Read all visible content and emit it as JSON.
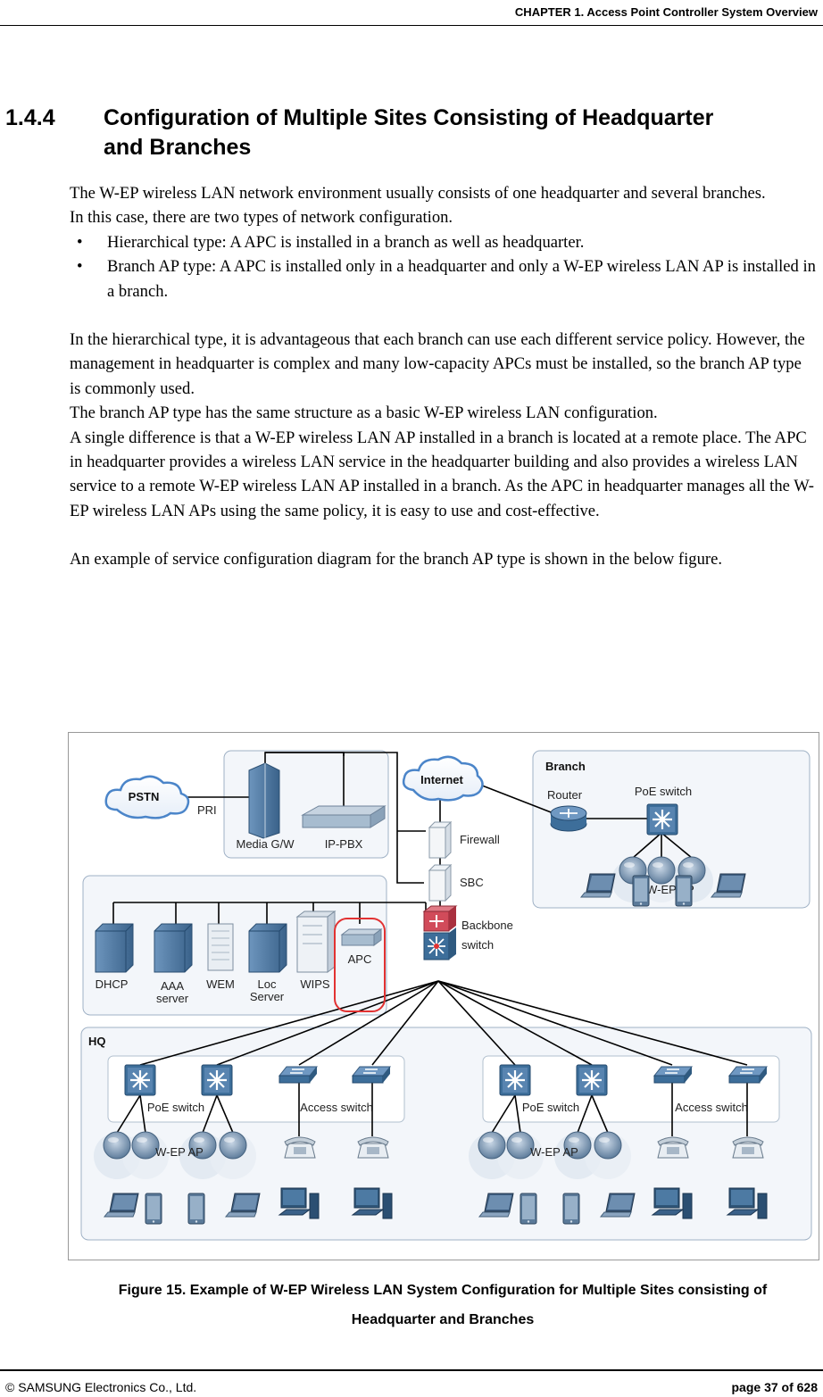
{
  "header": {
    "chapter": "CHAPTER 1. Access Point Controller System Overview"
  },
  "section": {
    "number": "1.4.4",
    "title_line1": "Configuration of Multiple Sites Consisting of Headquarter",
    "title_line2": "and Branches"
  },
  "paragraphs": {
    "p1a": "The W-EP wireless LAN network environment usually consists of one headquarter and several branches.",
    "p1b": "In this case, there are two types of network configuration.",
    "bullet1": "Hierarchical type: A APC is installed in a branch as well as headquarter.",
    "bullet2": "Branch AP type: A APC is installed only in a headquarter and only a W-EP wireless LAN AP is installed in a branch.",
    "p2": "In the hierarchical type, it is advantageous that each branch can use each different service policy. However, the management in headquarter is complex and many low-capacity APCs must be installed, so the branch AP type is commonly used.",
    "p3": "The branch AP type has the same structure as a basic W-EP wireless LAN configuration.",
    "p4": "A single difference is that a W-EP wireless LAN AP installed in a branch is located at a remote place. The APC in headquarter provides a wireless LAN service in the headquarter building and also provides a wireless LAN service to a remote W-EP wireless LAN AP installed in a branch. As the APC in headquarter manages all the W-EP wireless LAN APs using the same policy, it is easy to use and cost-effective.",
    "p5": "An example of service configuration diagram for the branch AP type is shown in the below figure."
  },
  "bullet_glyph": "•",
  "diagram": {
    "pstn": "PSTN",
    "pri": "PRI",
    "media_gw": "Media G/W",
    "ip_pbx": "IP-PBX",
    "internet": "Internet",
    "firewall": "Firewall",
    "sbc": "SBC",
    "backbone_1": "Backbone",
    "backbone_2": "switch",
    "branch": "Branch",
    "router": "Router",
    "branch_poe": "PoE switch",
    "branch_ap": "W-EP AP",
    "dhcp": "DHCP",
    "aaa_1": "AAA",
    "aaa_2": "server",
    "wem": "WEM",
    "loc_1": "Loc",
    "loc_2": "Server",
    "wips": "WIPS",
    "apc": "APC",
    "hq": "HQ",
    "hq_poe_left": "PoE switch",
    "hq_access_left": "Access switch",
    "hq_ap_left": "W-EP AP",
    "hq_poe_right": "PoE switch",
    "hq_access_right": "Access switch",
    "hq_ap_right": "W-EP AP"
  },
  "caption": {
    "line1": "Figure 15. Example of W-EP Wireless LAN System Configuration for Multiple Sites consisting of",
    "line2": "Headquarter and Branches"
  },
  "footer": {
    "left": "© SAMSUNG Electronics Co., Ltd.",
    "right": "page 37 of 628"
  },
  "colors": {
    "switch_blue": "#3d6e9a",
    "server_blue": "#4f7aa3",
    "cloud_blue": "#4b85c9",
    "apc_ring": "#e23232",
    "backbone_red": "#d14b5a"
  }
}
